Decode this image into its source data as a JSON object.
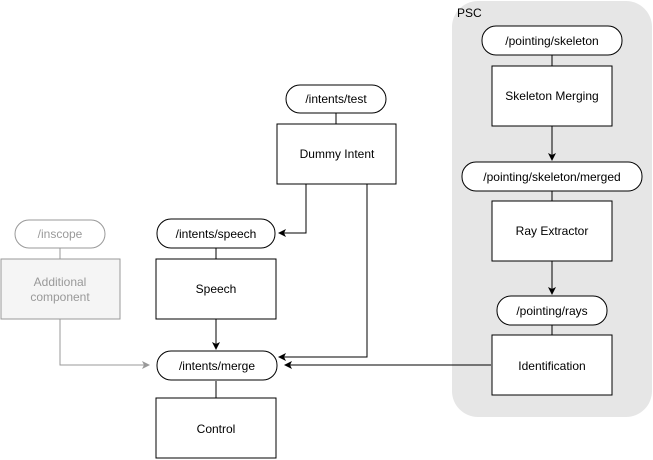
{
  "group": {
    "label": "PSC"
  },
  "topics": {
    "intents_test": "/intents/test",
    "intents_speech": "/intents/speech",
    "intents_merge": "/intents/merge",
    "inscope": "/inscope",
    "pointing_skeleton": "/pointing/skeleton",
    "pointing_skeleton_merged": "/pointing/skeleton/merged",
    "pointing_rays": "/pointing/rays"
  },
  "components": {
    "dummy_intent": "Dummy Intent",
    "speech": "Speech",
    "control": "Control",
    "additional_line1": "Additional",
    "additional_line2": "component",
    "skeleton_merging": "Skeleton Merging",
    "ray_extractor": "Ray Extractor",
    "identification": "Identification"
  },
  "colors": {
    "group_fill": "#e6e6e6",
    "stroke": "#000000",
    "inactive_stroke": "#999999",
    "inactive_fill": "#f5f5f5"
  }
}
